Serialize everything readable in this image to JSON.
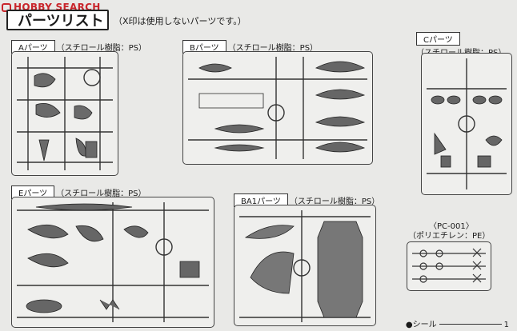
{
  "watermark": "HOBBY SEARCH",
  "header": {
    "title": "パーツリスト",
    "note": "（X印は使用しないパーツです。）"
  },
  "sections": {
    "a": {
      "name": "Aパーツ",
      "material": "（スチロール樹脂：PS）"
    },
    "b": {
      "name": "Bパーツ",
      "material": "（スチロール樹脂：PS）"
    },
    "c": {
      "name": "Cパーツ",
      "material": "（スチロール樹脂：PS）"
    },
    "e": {
      "name": "Eパーツ",
      "material": "（スチロール樹脂：PS）"
    },
    "ba1": {
      "name": "BA1パーツ",
      "material": "（スチロール樹脂：PS）"
    },
    "pc": {
      "name": "〈PC-001〉",
      "material": "（ポリエチレン：PE）"
    }
  },
  "footer": {
    "seal": "●シール",
    "count": "1"
  }
}
